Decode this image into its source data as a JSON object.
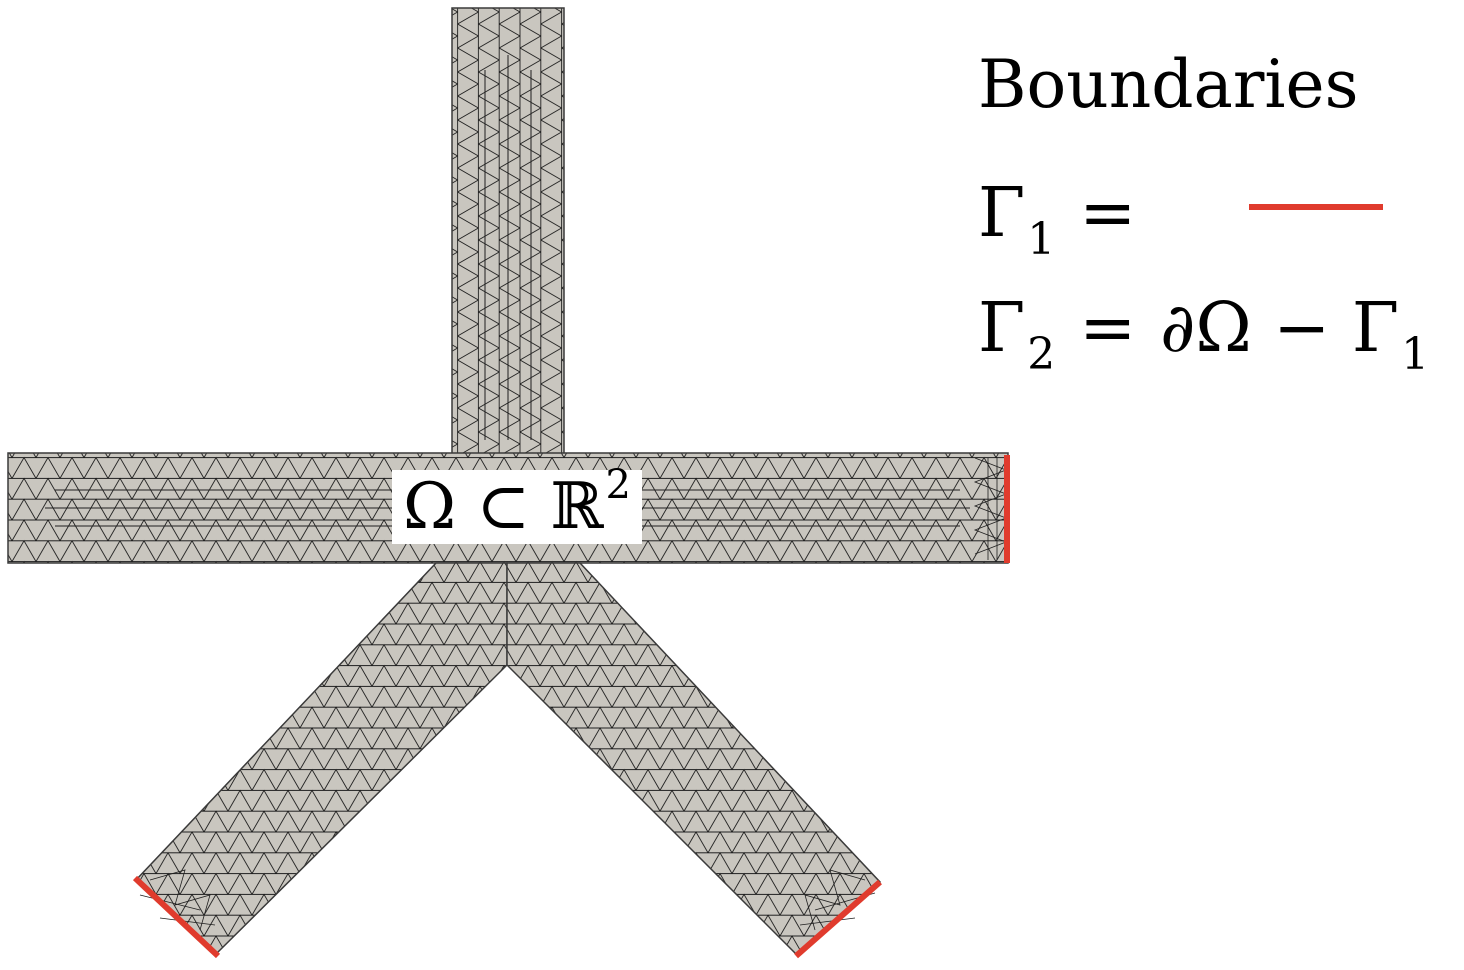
{
  "legend": {
    "title": "Boundaries",
    "gamma1": {
      "symbol": "Γ",
      "subscript": "1",
      "equals": "="
    },
    "gamma2": {
      "symbol": "Γ",
      "subscript": "2",
      "equals": "=",
      "rhs": "∂Ω − Γ",
      "rhs_subscript": "1"
    }
  },
  "domain_label": {
    "text": "Ω ⊂ ℝ",
    "superscript": "2"
  },
  "colors": {
    "mesh_fill": "#c9c6bf",
    "mesh_edge": "#1f1f1f",
    "boundary_gamma1": "#e03b2d",
    "background": "#ffffff"
  }
}
